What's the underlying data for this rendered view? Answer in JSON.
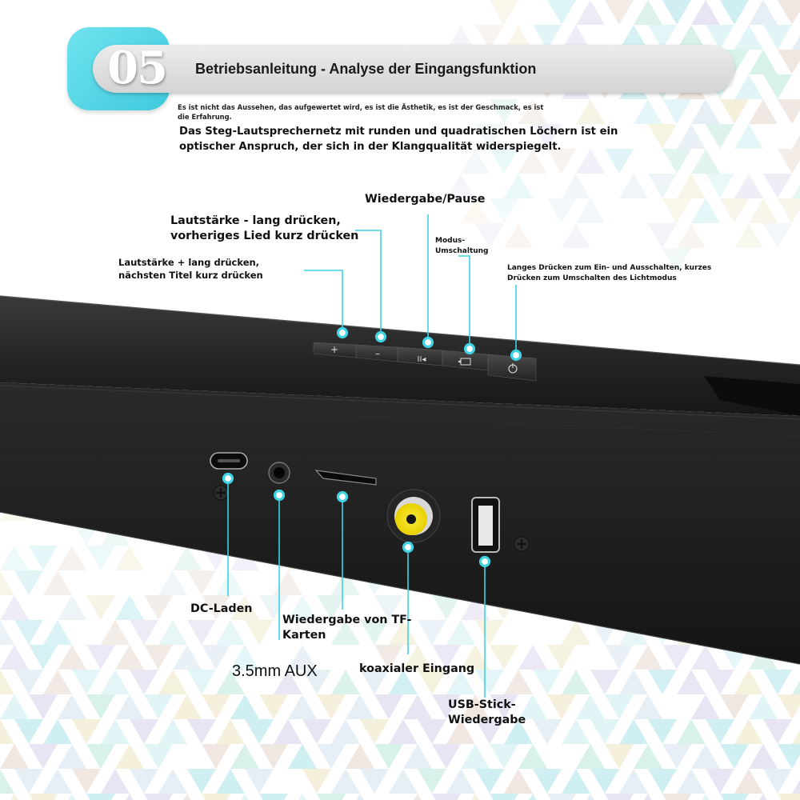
{
  "header": {
    "step_number": "05",
    "title": "Betriebsanleitung - Analyse der Eingangsfunktion"
  },
  "intro": {
    "small_text": "Es ist nicht das Aussehen, das aufgewertet wird, es ist die Ästhetik, es ist der Geschmack, es ist die Erfahrung.",
    "main_text": "Das Steg-Lautsprechernetz mit runden und quadratischen Löchern ist ein optischer Anspruch, der sich in der Klangqualität widerspiegelt."
  },
  "top_buttons": {
    "play_pause": "Wiedergabe/Pause",
    "volume_down_line1": "Lautstärke - lang drücken,",
    "volume_down_line2": "vorheriges Lied kurz drücken",
    "mode_line1": "Modus-",
    "mode_line2": "Umschaltung",
    "volume_up_line1": "Lautstärke + lang drücken,",
    "volume_up_line2": "nächsten Titel kurz drücken",
    "power_line1": "Langes Drücken zum Ein- und Ausschalten, kurzes",
    "power_line2": "Drücken zum Umschalten des Lichtmodus"
  },
  "ports": {
    "dc": "DC-Laden",
    "tf_line1": "Wiedergabe von TF-",
    "tf_line2": "Karten",
    "aux": "3.5mm AUX",
    "coax": "koaxialer Eingang",
    "usb_line1": "USB-Stick-",
    "usb_line2": "Wiedergabe"
  },
  "colors": {
    "accent": "#3fd3e4",
    "badge": "#5fdbe9",
    "device": "#1d1d1d",
    "coax_yellow": "#f5e20a"
  },
  "icons": [
    "plus-icon",
    "minus-icon",
    "play-pause-icon",
    "mode-icon",
    "power-icon",
    "usb-c-port-icon",
    "aux-jack-icon",
    "tf-slot-icon",
    "rca-coax-icon",
    "usb-a-port-icon",
    "screw-icon"
  ]
}
